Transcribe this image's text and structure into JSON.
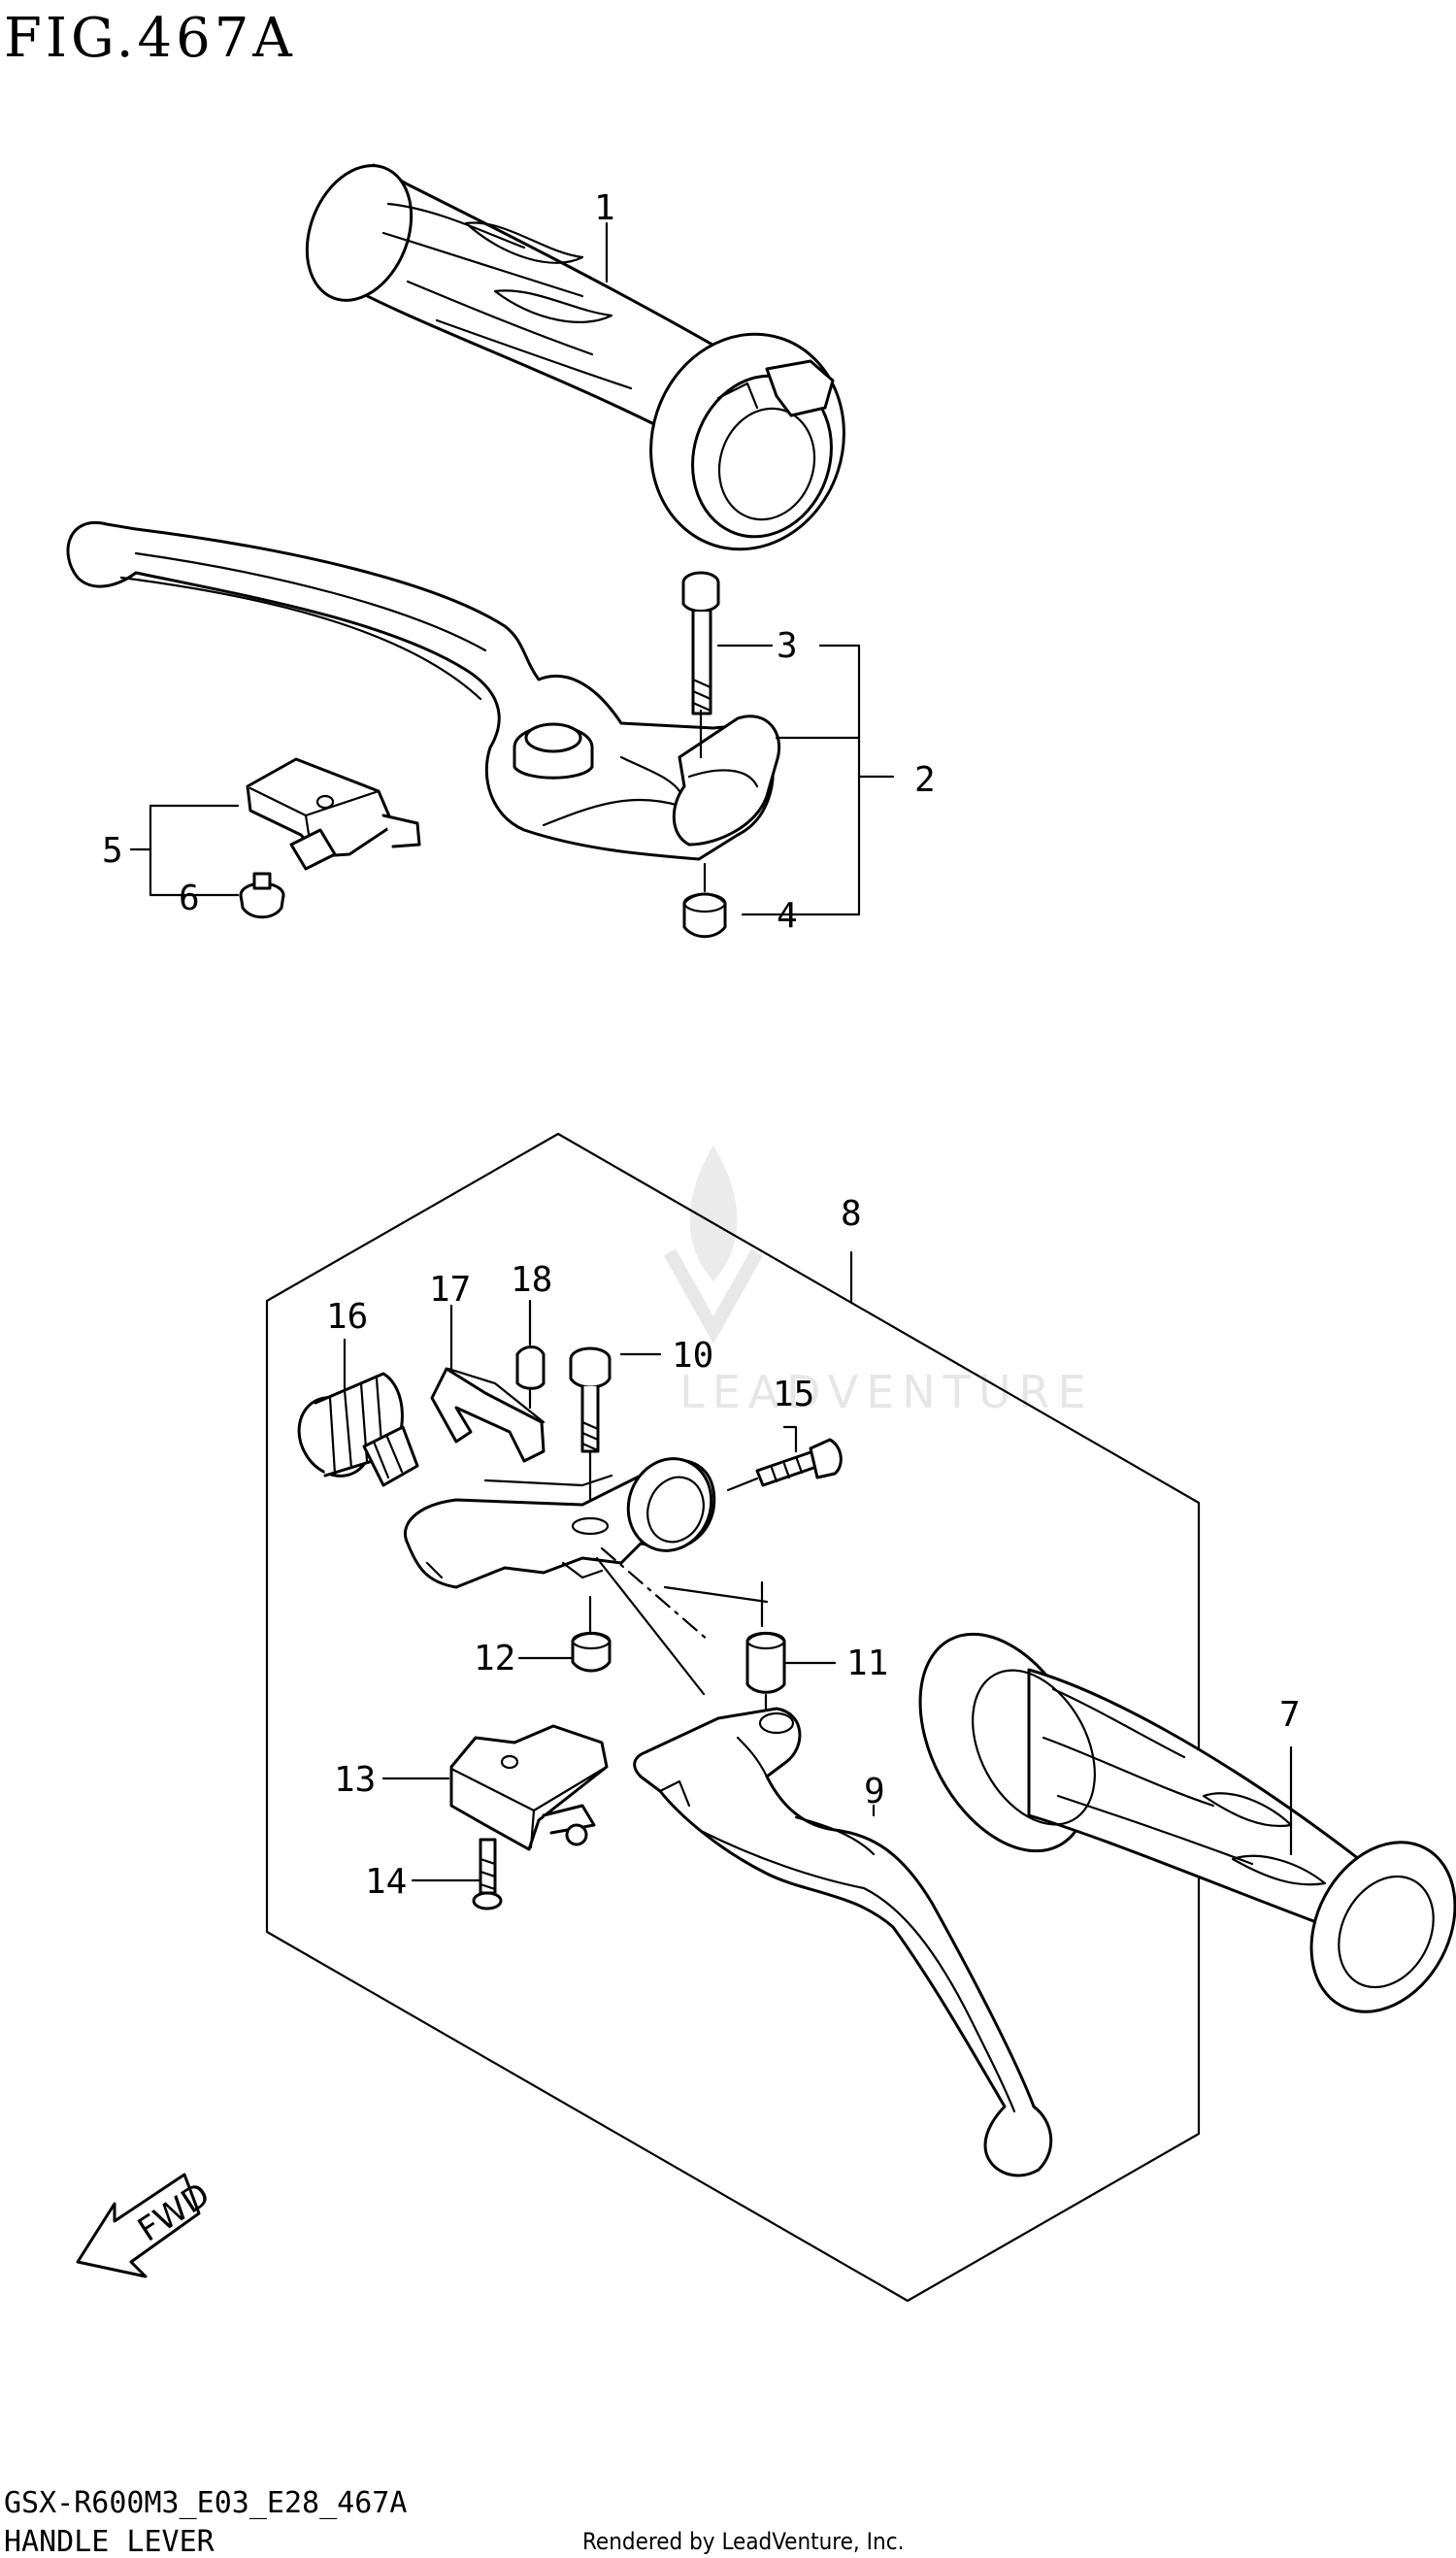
{
  "figure": {
    "title": "FIG.467A",
    "code": "GSX-R600M3_E03_E28_467A",
    "name": "HANDLE LEVER",
    "rendered_by": "Rendered by LeadVenture, Inc.",
    "watermark": "LEADVENTURE",
    "fwd_label": "FWD"
  },
  "callouts": [
    {
      "id": "1",
      "label": "1"
    },
    {
      "id": "2",
      "label": "2"
    },
    {
      "id": "3",
      "label": "3"
    },
    {
      "id": "4",
      "label": "4"
    },
    {
      "id": "5",
      "label": "5"
    },
    {
      "id": "6",
      "label": "6"
    },
    {
      "id": "7",
      "label": "7"
    },
    {
      "id": "8",
      "label": "8"
    },
    {
      "id": "9",
      "label": "9"
    },
    {
      "id": "10",
      "label": "10"
    },
    {
      "id": "11",
      "label": "11"
    },
    {
      "id": "12",
      "label": "12"
    },
    {
      "id": "13",
      "label": "13"
    },
    {
      "id": "14",
      "label": "14"
    },
    {
      "id": "15",
      "label": "15"
    },
    {
      "id": "16",
      "label": "16"
    },
    {
      "id": "17",
      "label": "17"
    },
    {
      "id": "18",
      "label": "18"
    }
  ]
}
